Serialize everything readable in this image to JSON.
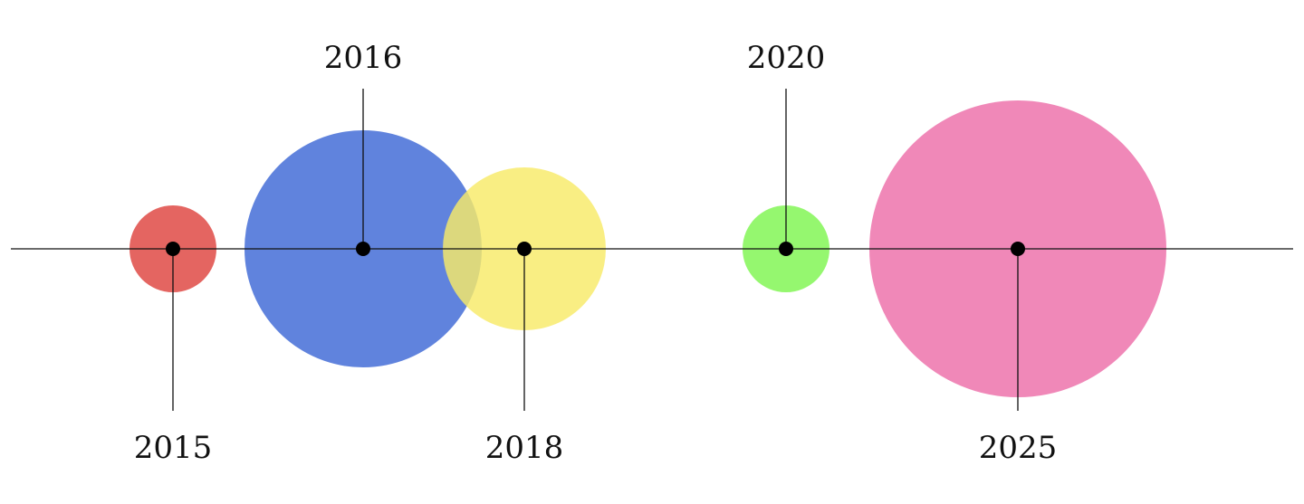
{
  "timeline": {
    "events": [
      {
        "year": "2015",
        "color": "#E0504B",
        "size": "small",
        "label_side": "below"
      },
      {
        "year": "2016",
        "color": "#4A72D8",
        "size": "large",
        "label_side": "above"
      },
      {
        "year": "2018",
        "color": "#F8EA68",
        "size": "medium",
        "label_side": "below"
      },
      {
        "year": "2020",
        "color": "#86F65B",
        "size": "small",
        "label_side": "above"
      },
      {
        "year": "2025",
        "color": "#EE77AE",
        "size": "xlarge",
        "label_side": "below"
      }
    ]
  }
}
